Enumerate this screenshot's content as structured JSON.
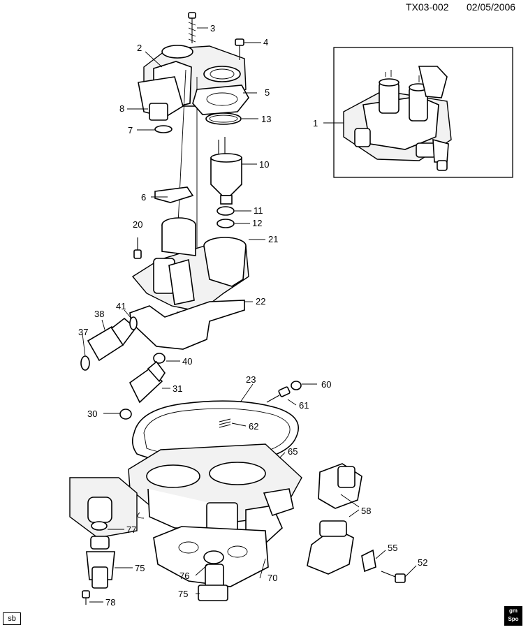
{
  "header": {
    "ref": "TX03-002",
    "date": "02/05/2006"
  },
  "callouts": [
    {
      "id": "c1",
      "text": "1"
    },
    {
      "id": "c2",
      "text": "2"
    },
    {
      "id": "c3",
      "text": "3"
    },
    {
      "id": "c4",
      "text": "4"
    },
    {
      "id": "c5",
      "text": "5"
    },
    {
      "id": "c6",
      "text": "6"
    },
    {
      "id": "c7",
      "text": "7"
    },
    {
      "id": "c8",
      "text": "8"
    },
    {
      "id": "c10",
      "text": "10"
    },
    {
      "id": "c11",
      "text": "11"
    },
    {
      "id": "c12",
      "text": "12"
    },
    {
      "id": "c13",
      "text": "13"
    },
    {
      "id": "c20",
      "text": "20"
    },
    {
      "id": "c21",
      "text": "21"
    },
    {
      "id": "c22",
      "text": "22"
    },
    {
      "id": "c23",
      "text": "23"
    },
    {
      "id": "c30",
      "text": "30"
    },
    {
      "id": "c31",
      "text": "31"
    },
    {
      "id": "c37",
      "text": "37"
    },
    {
      "id": "c38",
      "text": "38"
    },
    {
      "id": "c40",
      "text": "40"
    },
    {
      "id": "c41",
      "text": "41"
    },
    {
      "id": "c52",
      "text": "52"
    },
    {
      "id": "c55",
      "text": "55"
    },
    {
      "id": "c58",
      "text": "58"
    },
    {
      "id": "c60",
      "text": "60"
    },
    {
      "id": "c61",
      "text": "61"
    },
    {
      "id": "c62",
      "text": "62"
    },
    {
      "id": "c65",
      "text": "65"
    },
    {
      "id": "c70",
      "text": "70"
    },
    {
      "id": "c75a",
      "text": "75"
    },
    {
      "id": "c75b",
      "text": "75"
    },
    {
      "id": "c76",
      "text": "76"
    },
    {
      "id": "c77",
      "text": "77"
    },
    {
      "id": "c78",
      "text": "78"
    }
  ],
  "footer": {
    "badge_left": "sb",
    "logo_top": "gm",
    "logo_bottom": "Spo"
  },
  "icons": {
    "logo": "gm-spo-logo-icon"
  }
}
